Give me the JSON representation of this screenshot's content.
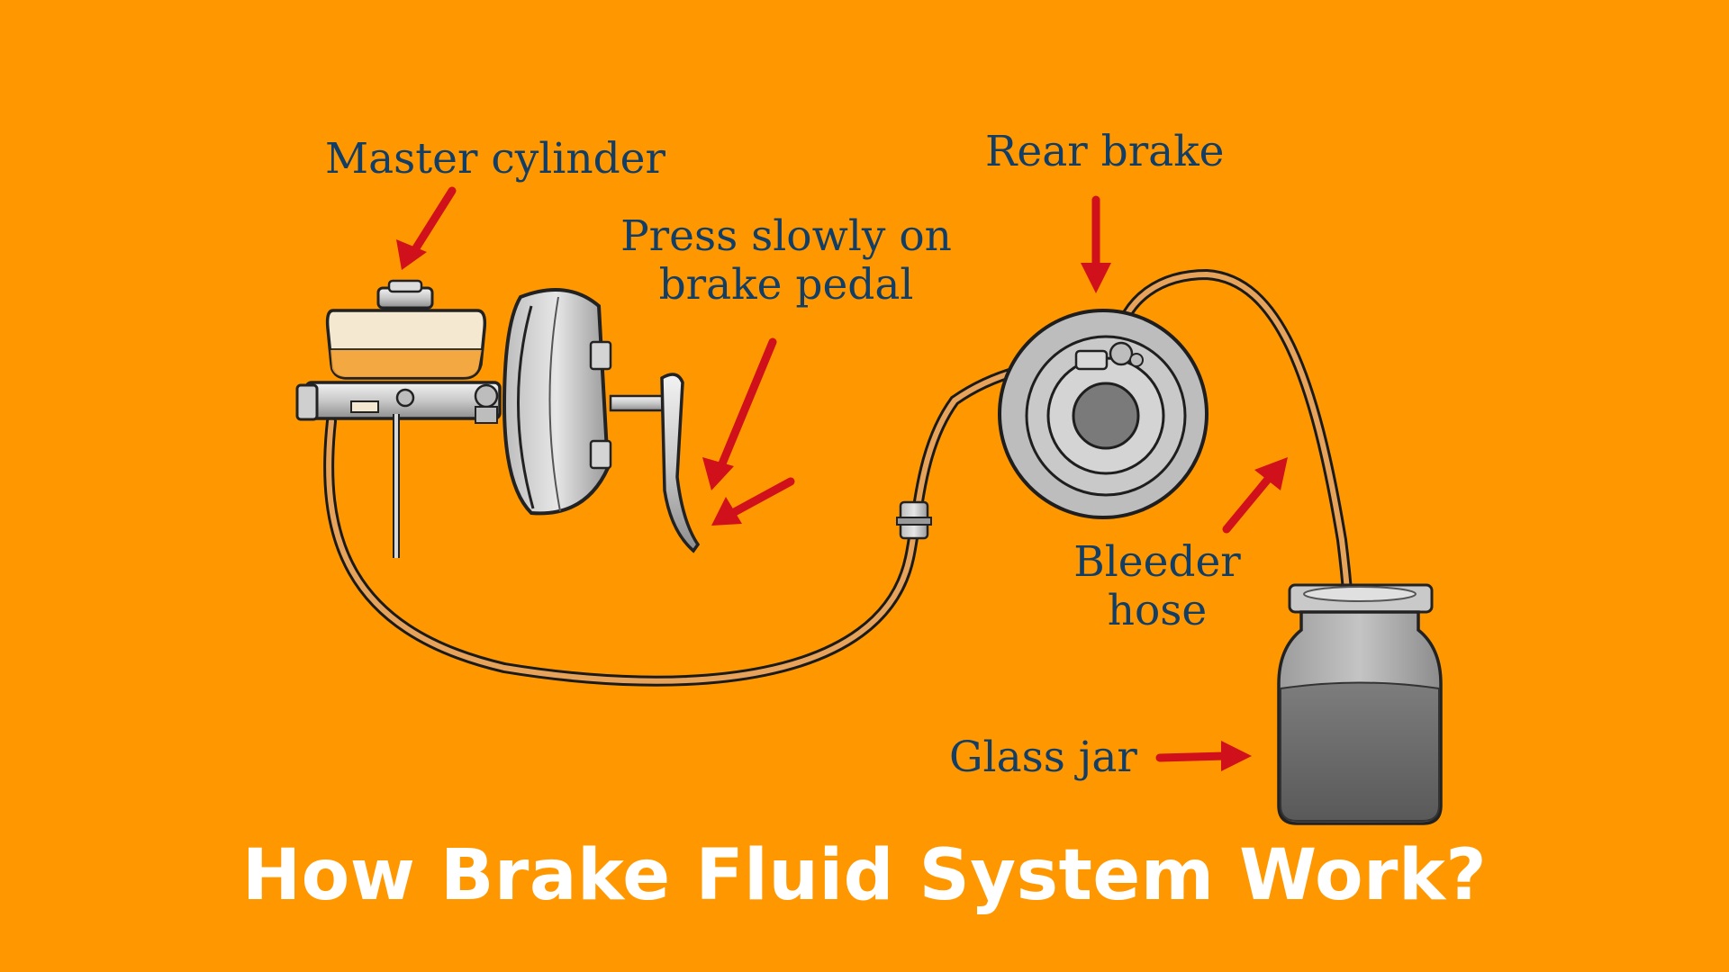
{
  "labels": {
    "master_cylinder": "Master cylinder",
    "press_pedal_line1": "Press slowly on",
    "press_pedal_line2": "brake pedal",
    "rear_brake": "Rear brake",
    "bleeder_hose_line1": "Bleeder",
    "bleeder_hose_line2": "hose",
    "glass_jar": "Glass jar"
  },
  "footer": {
    "title": "How Brake Fluid System Work?"
  },
  "colors": {
    "background": "#FF9800",
    "label_text": "#123E66",
    "arrow": "#D0101A",
    "title_text": "#FFFFFF",
    "hose": "#E8A35A"
  }
}
